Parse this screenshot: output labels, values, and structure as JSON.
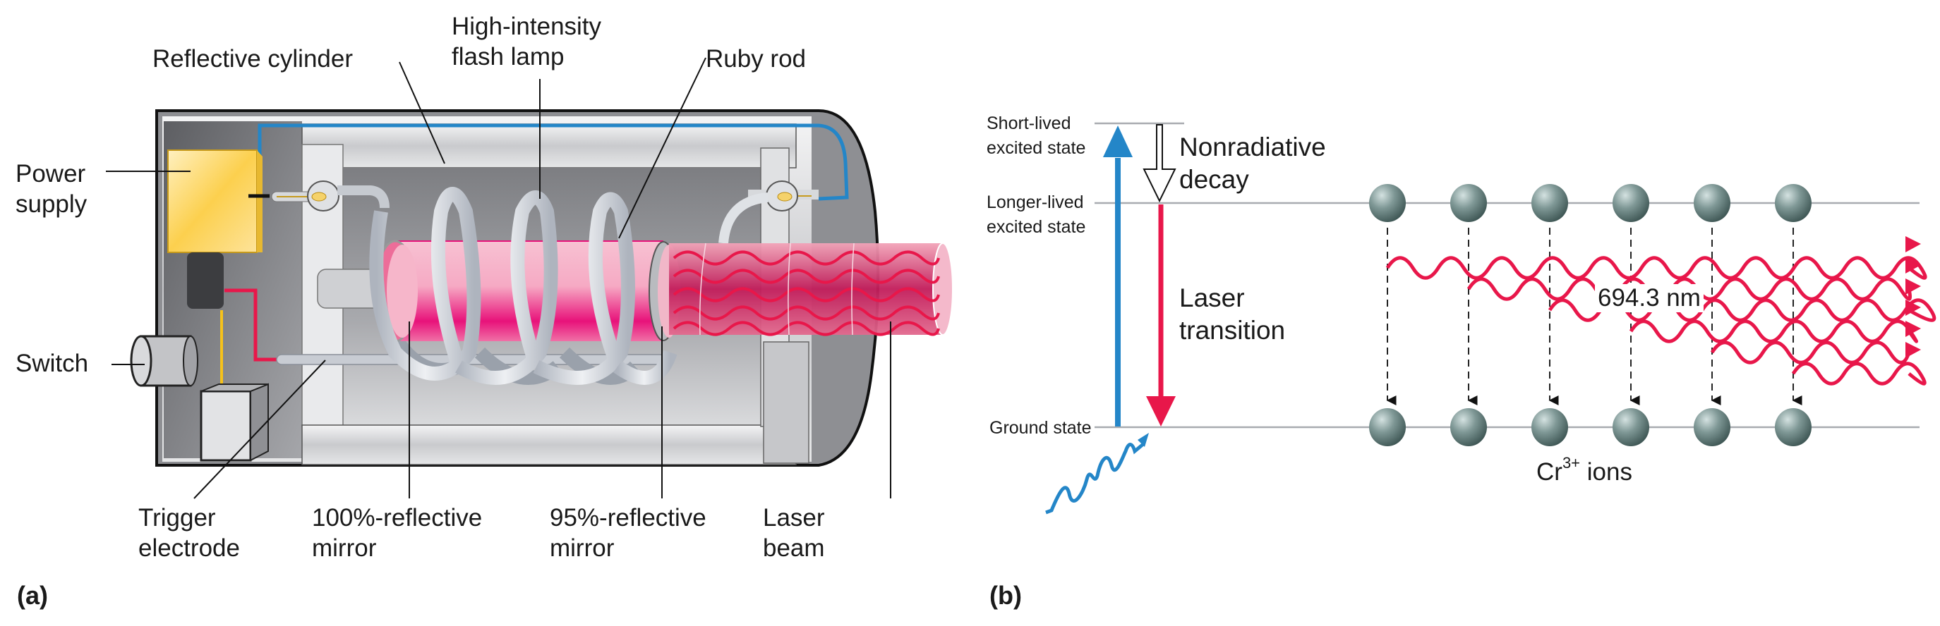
{
  "figure": {
    "panel_a": {
      "tag": "(a)",
      "labels": {
        "reflective_cylinder": "Reflective cylinder",
        "flash_lamp": "High-intensity\nflash lamp",
        "ruby_rod": "Ruby rod",
        "power_supply": "Power\nsupply",
        "switch": "Switch",
        "trigger_electrode": "Trigger\nelectrode",
        "mirror_100": "100%-reflective\nmirror",
        "mirror_95": "95%-reflective\nmirror",
        "laser_beam": "Laser\nbeam"
      }
    },
    "panel_b": {
      "tag": "(b)",
      "levels": {
        "short_lived": "Short-lived\nexcited state",
        "longer_lived": "Longer-lived\nexcited state",
        "ground": "Ground state"
      },
      "nonradiative": "Nonradiative\ndecay",
      "laser_transition": "Laser\ntransition",
      "wavelength": "694.3 nm",
      "ions_label_base": "Cr",
      "ions_label_sup": "3+",
      "ions_label_tail": " ions",
      "ion_count": 6
    },
    "colors": {
      "pump_blue": "#2486c8",
      "laser_red": "#e8174a",
      "ruby_pink": "#e6357a",
      "ion_gray": "#5e7a78",
      "yellow_box": "#fcd04e"
    }
  }
}
